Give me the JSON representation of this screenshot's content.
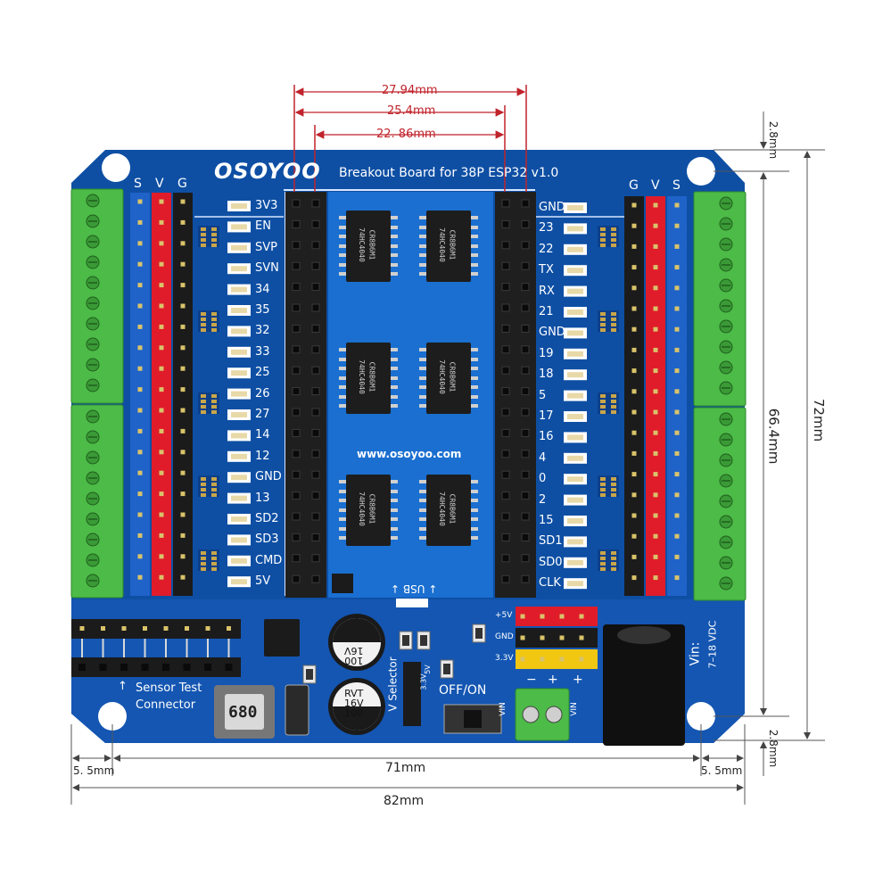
{
  "board": {
    "brand": "OSOYOO",
    "title": "Breakout Board for 38P ESP32 v1.0",
    "website": "www.osoyoo.com",
    "column_headers_left": [
      "S",
      "V",
      "G"
    ],
    "column_headers_right": [
      "G",
      "V",
      "S"
    ],
    "left_pin_labels": [
      "3V3",
      "EN",
      "SVP",
      "SVN",
      "34",
      "35",
      "32",
      "33",
      "25",
      "26",
      "27",
      "14",
      "12",
      "GND",
      "13",
      "SD2",
      "SD3",
      "CMD",
      "5V"
    ],
    "right_pin_labels": [
      "GND",
      "23",
      "22",
      "TX",
      "RX",
      "21",
      "GND",
      "19",
      "18",
      "5",
      "17",
      "16",
      "4",
      "0",
      "2",
      "15",
      "SD1",
      "SD0",
      "CLK"
    ],
    "chip_marking": "74HC4040",
    "chip_marking2": "CR8B6M1",
    "usb_label": "↓ USB ↓",
    "sensor_label_line1": "Sensor Test",
    "sensor_label_line2": "Connector",
    "sensor_arrow": "↑",
    "inductor_label": "680",
    "capacitor_line1": "100",
    "capacitor_line2": "16V",
    "capacitor_line3": "RVT",
    "selector_label": "V Selector",
    "selector_options": [
      "3.3V",
      "5V"
    ],
    "switch_label": "OFF/ON",
    "vin_label": "VIN",
    "polarity_minus": "−",
    "polarity_plus": "+",
    "rail_labels": [
      "+5V",
      "GND",
      "3.3V"
    ],
    "vin_range_label": "Vin:",
    "vin_range_value": "7–18 VDC"
  },
  "dimensions": {
    "top_outer": "27.94mm",
    "top_middle": "25.4mm",
    "top_inner": "22. 86mm",
    "right_top_offset": "2.8mm",
    "right_holes": "66.4mm",
    "right_total": "72mm",
    "right_bottom_offset": "2.8mm",
    "bottom_left_offset": "5. 5mm",
    "bottom_holes": "71mm",
    "bottom_right_offset": "5. 5mm",
    "bottom_total": "82mm"
  },
  "colors": {
    "pcb": "#0e4fa4",
    "pcb_light": "#1a6fd0",
    "terminal_green": "#4cbb47",
    "header_red": "#e01c2a",
    "header_blue": "#1f63c9",
    "header_black": "#1b1b1b",
    "header_yellow": "#f2c712",
    "dimension_red": "#c0232b"
  }
}
